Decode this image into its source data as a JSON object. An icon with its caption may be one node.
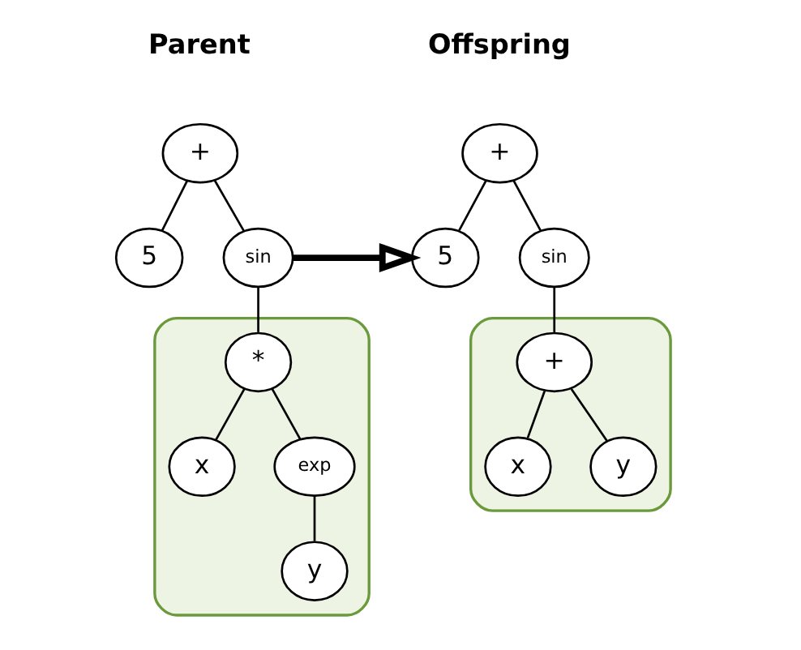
{
  "diagram": {
    "nodes": [
      {
        "text": [
          "+"
        ]
      },
      {
        "text": [
          "5"
        ]
      },
      {
        "text": [
          "sin"
        ]
      },
      {
        "text": [],
        "shape": "box"
      },
      {
        "text": [
          "*"
        ],
        "in": 3
      },
      {
        "text": [
          "x"
        ],
        "in": 3
      },
      {
        "text": [
          "exp"
        ],
        "in": 3
      },
      {
        "text": [
          "y"
        ],
        "in": 3
      },
      {
        "text": [
          "+"
        ]
      },
      {
        "text": [
          "5"
        ]
      },
      {
        "text": [
          "sin"
        ]
      },
      {
        "text": [],
        "shape": "box"
      },
      {
        "text": [
          "+"
        ],
        "in": 11
      },
      {
        "text": [
          "x"
        ],
        "in": 11
      },
      {
        "text": [
          "y"
        ],
        "in": 11
      }
    ],
    "edges": [
      {
        "from": 0,
        "to": 1,
        "arrow": "none"
      },
      {
        "from": 0,
        "to": 2,
        "arrow": "none"
      },
      {
        "from": 2,
        "to": 4,
        "arrow": "none"
      },
      {
        "from": 4,
        "to": 5,
        "arrow": "none"
      },
      {
        "from": 4,
        "to": 6,
        "arrow": "none"
      },
      {
        "from": 6,
        "to": 7,
        "arrow": "none"
      },
      {
        "from": 8,
        "to": 9,
        "arrow": "none"
      },
      {
        "from": 8,
        "to": 10,
        "arrow": "none"
      },
      {
        "from": 10,
        "to": 12,
        "arrow": "none"
      },
      {
        "from": 12,
        "to": 13,
        "arrow": "none"
      },
      {
        "from": 12,
        "to": 14,
        "arrow": "none"
      },
      {
        "from": 2,
        "to": 9,
        "arrow": "to",
        "style": "thick"
      }
    ],
    "labels": [
      "Parent",
      "Offspring"
    ]
  }
}
